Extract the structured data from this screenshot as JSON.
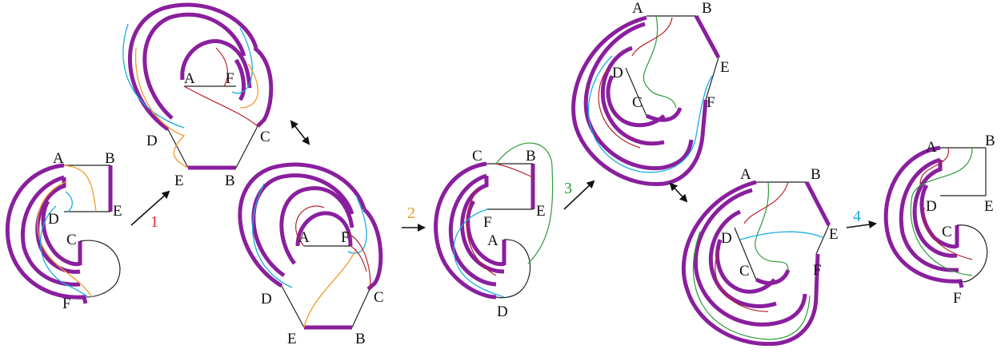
{
  "vertex_labels": {
    "d1": {
      "A": "A",
      "B": "B",
      "C": "C",
      "D": "D",
      "E": "E",
      "F": "F"
    },
    "d2": {
      "A": "A",
      "B": "B",
      "C": "C",
      "D": "D",
      "E": "E",
      "F": "F"
    },
    "d3": {
      "A": "A",
      "B": "B",
      "C": "C",
      "D": "D",
      "E": "E",
      "F": "F"
    },
    "d4": {
      "A": "A",
      "B": "B",
      "C": "C",
      "D": "D",
      "E": "E",
      "F": "F"
    },
    "d5": {
      "A": "A",
      "B": "B",
      "C": "C",
      "D": "D",
      "E": "E",
      "F": "F"
    },
    "d6": {
      "A": "A",
      "B": "B",
      "C": "C",
      "D": "D",
      "E": "E",
      "F": "F"
    },
    "d7": {
      "A": "A",
      "B": "B",
      "C": "C",
      "D": "D",
      "E": "E",
      "F": "F"
    }
  },
  "steps": [
    {
      "label": "1",
      "color": "#e8212a"
    },
    {
      "label": "2",
      "color": "#ef9a2a"
    },
    {
      "label": "3",
      "color": "#2f9a3a"
    },
    {
      "label": "4",
      "color": "#18aee0"
    }
  ],
  "colors": {
    "boundary": "#8a1f9e",
    "edges": "#222222",
    "curve_cyan": "#18aee0",
    "curve_orange": "#ef9a2a",
    "curve_red": "#b5232b",
    "curve_green": "#2f9a3a"
  }
}
